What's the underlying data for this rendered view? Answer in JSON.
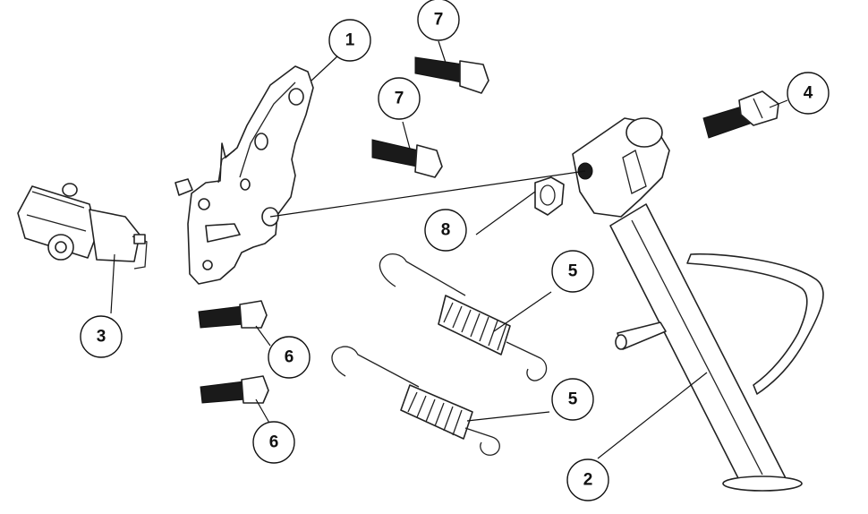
{
  "diagram": {
    "callouts": [
      {
        "id": "c1",
        "label": "1"
      },
      {
        "id": "c2",
        "label": "2"
      },
      {
        "id": "c3",
        "label": "3"
      },
      {
        "id": "c4",
        "label": "4"
      },
      {
        "id": "c5a",
        "label": "5"
      },
      {
        "id": "c5b",
        "label": "5"
      },
      {
        "id": "c6a",
        "label": "6"
      },
      {
        "id": "c6b",
        "label": "6"
      },
      {
        "id": "c7a",
        "label": "7"
      },
      {
        "id": "c7b",
        "label": "7"
      },
      {
        "id": "c8",
        "label": "8"
      }
    ]
  }
}
